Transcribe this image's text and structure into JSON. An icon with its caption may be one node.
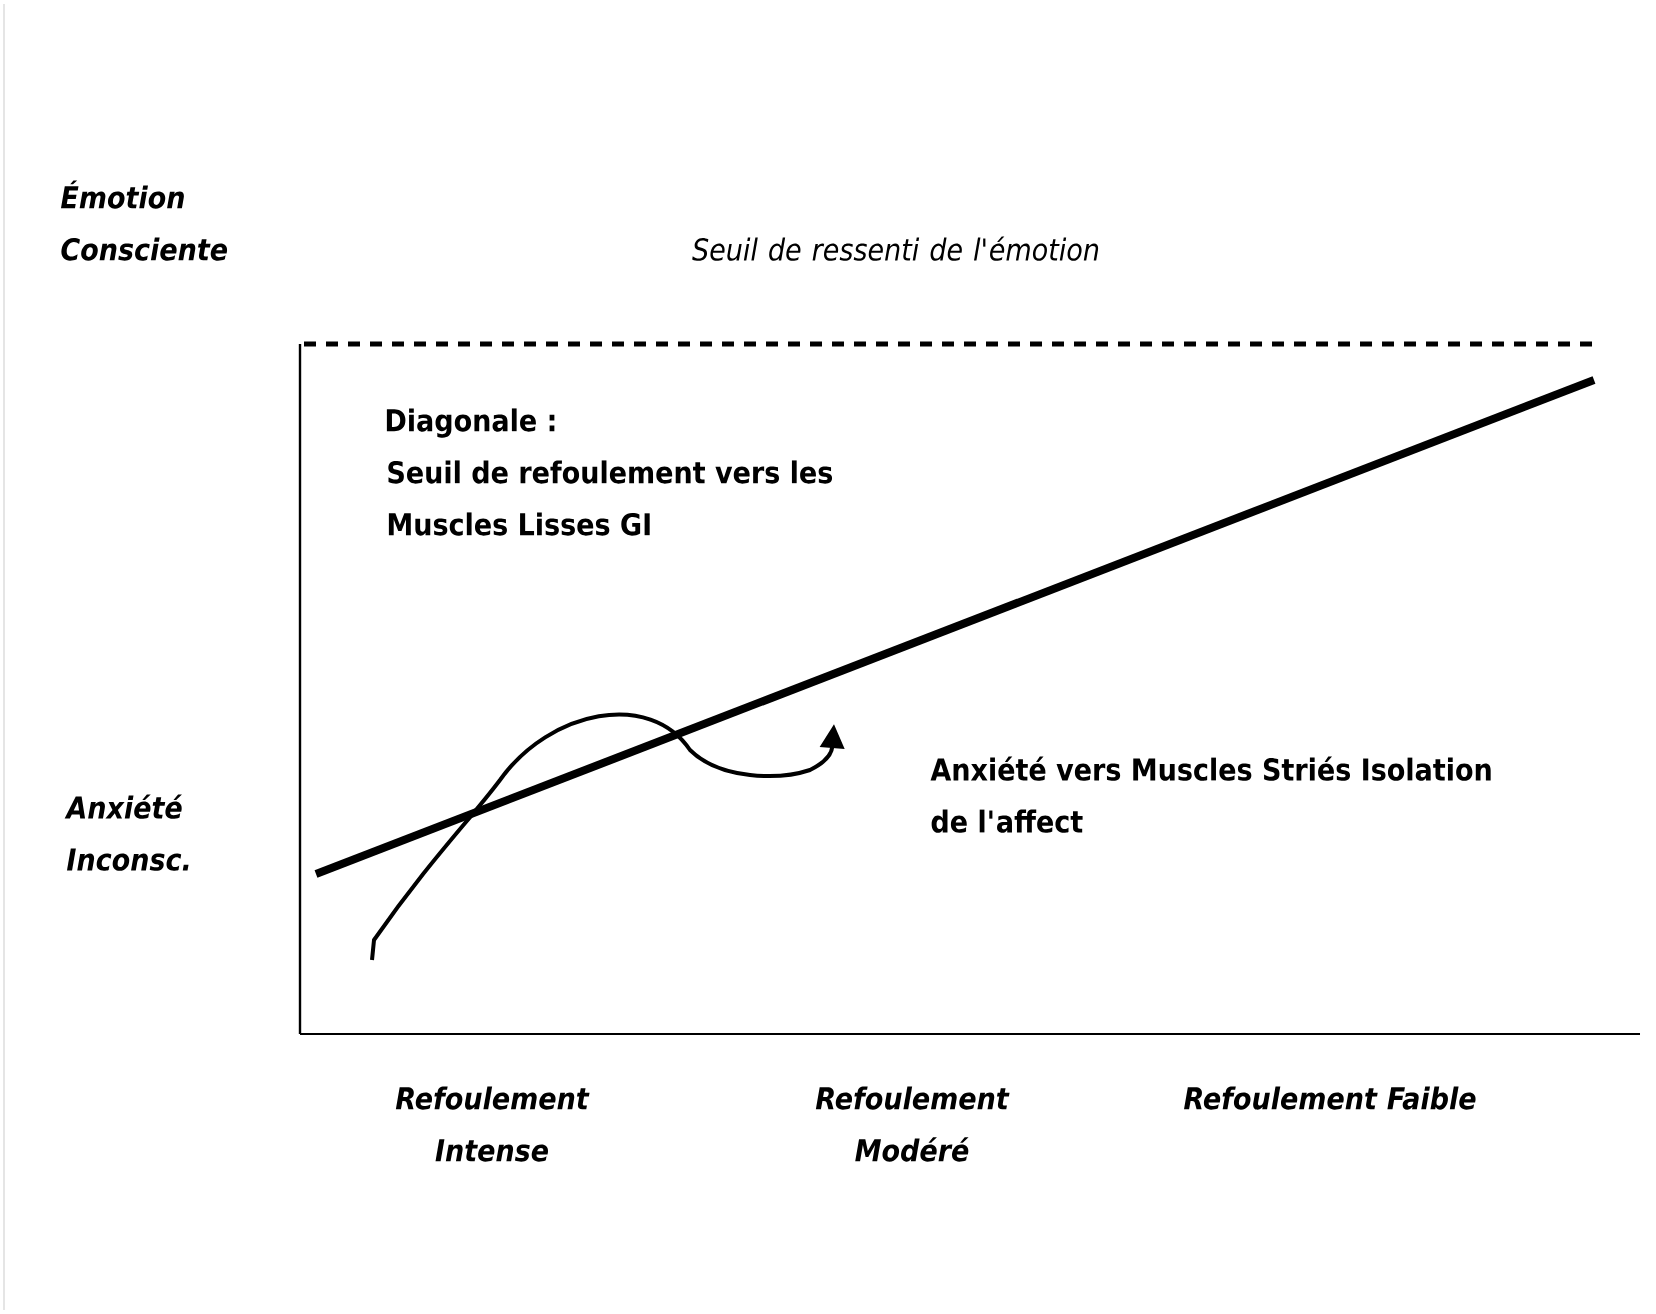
{
  "diagram": {
    "labels": [
      "Émotion Consciente",
      "Seuil de ressenti de l'émotion",
      "Diagonale :",
      "Seuil de refoulement vers les Muscles Lisses GI",
      "Anxiété vers Muscles Striés Isolation de l'affect",
      "Anxiété Inconsc.",
      "Refoulement Intense",
      "Refoulement Modéré",
      "Refoulement Faible"
    ]
  }
}
